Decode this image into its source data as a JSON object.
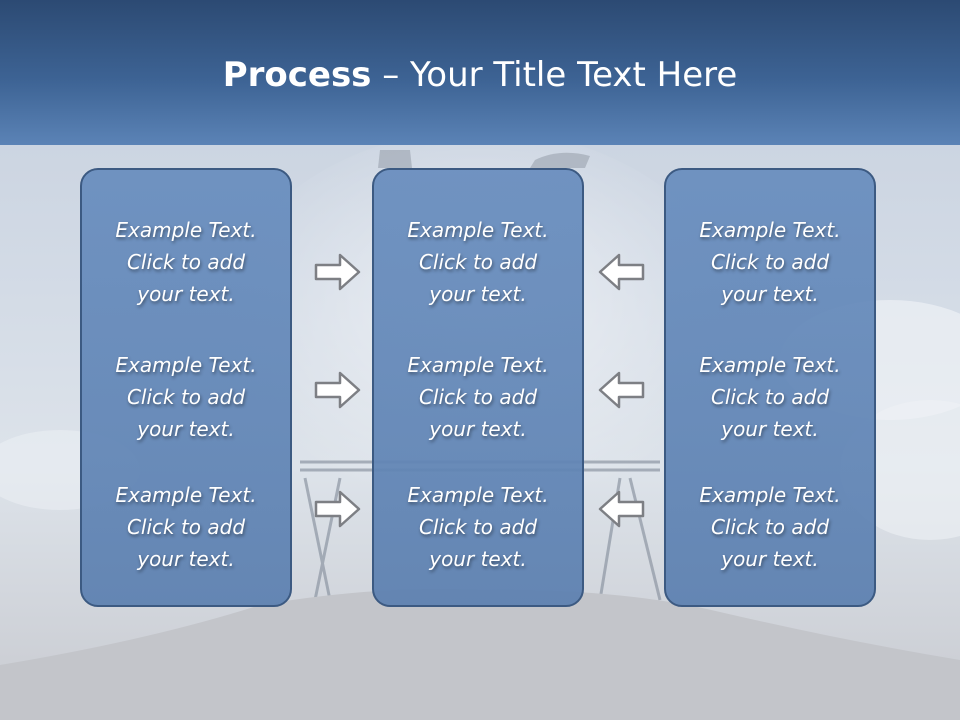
{
  "slide": {
    "title_bold": "Process",
    "title_rest": " – Your Title Text Here"
  },
  "columns": [
    {
      "items": [
        {
          "l1": "Example Text.",
          "l2": "Click  to add",
          "l3": "your text."
        },
        {
          "l1": "Example Text.",
          "l2": "Click  to add",
          "l3": "your text."
        },
        {
          "l1": "Example Text.",
          "l2": "Click  to add",
          "l3": "your text."
        }
      ]
    },
    {
      "items": [
        {
          "l1": "Example Text.",
          "l2": "Click  to add",
          "l3": "your text."
        },
        {
          "l1": "Example Text.",
          "l2": "Click  to add",
          "l3": "your text."
        },
        {
          "l1": "Example Text.",
          "l2": "Click  to add",
          "l3": "your text."
        }
      ]
    },
    {
      "items": [
        {
          "l1": "Example Text.",
          "l2": "Click  to add",
          "l3": "your text."
        },
        {
          "l1": "Example Text.",
          "l2": "Click  to add",
          "l3": "your text."
        },
        {
          "l1": "Example Text.",
          "l2": "Click  to add",
          "l3": "your text."
        }
      ]
    }
  ],
  "colors": {
    "header": "#3d6394",
    "box_fill": "#6a8fbf",
    "box_border": "#3c5a82",
    "text": "#ffffff"
  },
  "icons": {
    "left_arrows": "arrow-right-icon",
    "right_arrows": "arrow-left-icon"
  }
}
